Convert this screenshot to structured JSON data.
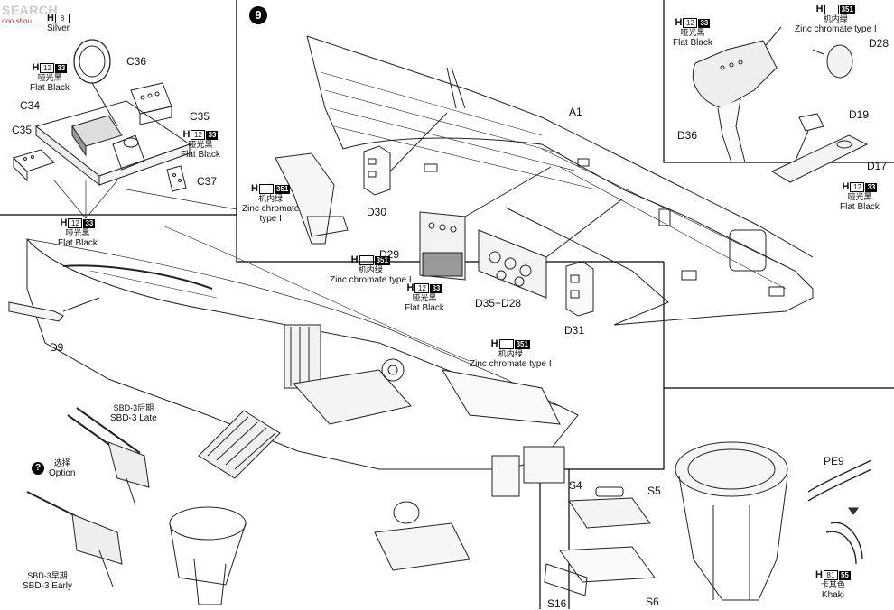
{
  "watermark": {
    "site": "SEARCH",
    "url": "ooo.shou..."
  },
  "step": {
    "number": "9"
  },
  "paints": {
    "silver": {
      "h": "H",
      "num": "8",
      "en": "Silver"
    },
    "flat_black_c36": {
      "h": "H",
      "num": "12",
      "code": "33",
      "cn": "哑光黑",
      "en": "Flat Black"
    },
    "flat_black_c35": {
      "h": "H",
      "num": "12",
      "code": "33",
      "cn": "哑光黑",
      "en": "Flat Black"
    },
    "flat_black_floor": {
      "h": "H",
      "num": "12",
      "code": "33",
      "cn": "哑光黑",
      "en": "Flat Black"
    },
    "zinc_left": {
      "h": "H",
      "code": "351",
      "cn": "机内绿",
      "en1": "Zinc chromate",
      "en2": "type I"
    },
    "zinc_d29": {
      "h": "H",
      "code": "351",
      "cn": "机内绿",
      "en": "Zinc chromate type I"
    },
    "flat_black_d29": {
      "h": "H",
      "num": "12",
      "code": "33",
      "cn": "哑光黑",
      "en": "Flat Black"
    },
    "zinc_d31": {
      "h": "H",
      "code": "351",
      "cn": "机内绿",
      "en": "Zinc chromate type I"
    },
    "flat_black_d36": {
      "h": "H",
      "num": "12",
      "code": "33",
      "cn": "哑光黑",
      "en": "Flat Black"
    },
    "zinc_d28": {
      "h": "H",
      "code": "351",
      "cn": "机内绿",
      "en": "Zinc chromate type I"
    },
    "flat_black_d17": {
      "h": "H",
      "num": "12",
      "code": "33",
      "cn": "哑光黑",
      "en": "Flat Black"
    },
    "khaki": {
      "h": "H",
      "num": "81",
      "code": "55",
      "cn": "卡其色",
      "en": "Khaki"
    }
  },
  "parts": {
    "c36": "C36",
    "c34": "C34",
    "c35a": "C35",
    "c35b": "C35",
    "c37": "C37",
    "d30": "D30",
    "d29": "D29",
    "d35d28": "D35+D28",
    "d31": "D31",
    "a1": "A1",
    "d28": "D28",
    "d36": "D36",
    "d19": "D19",
    "d17": "D17",
    "d9": "D9",
    "pe9": "PE9",
    "s4": "S4",
    "s5": "S5",
    "s16": "S16",
    "s6": "S6"
  },
  "variants": {
    "late_cn": "SBD-3后期",
    "late_en": "SBD-3 Late",
    "option_icon": "?",
    "option_cn": "选择",
    "option_en": "Option",
    "early_cn": "SBD-3早期",
    "early_en": "SBD-3 Early"
  }
}
